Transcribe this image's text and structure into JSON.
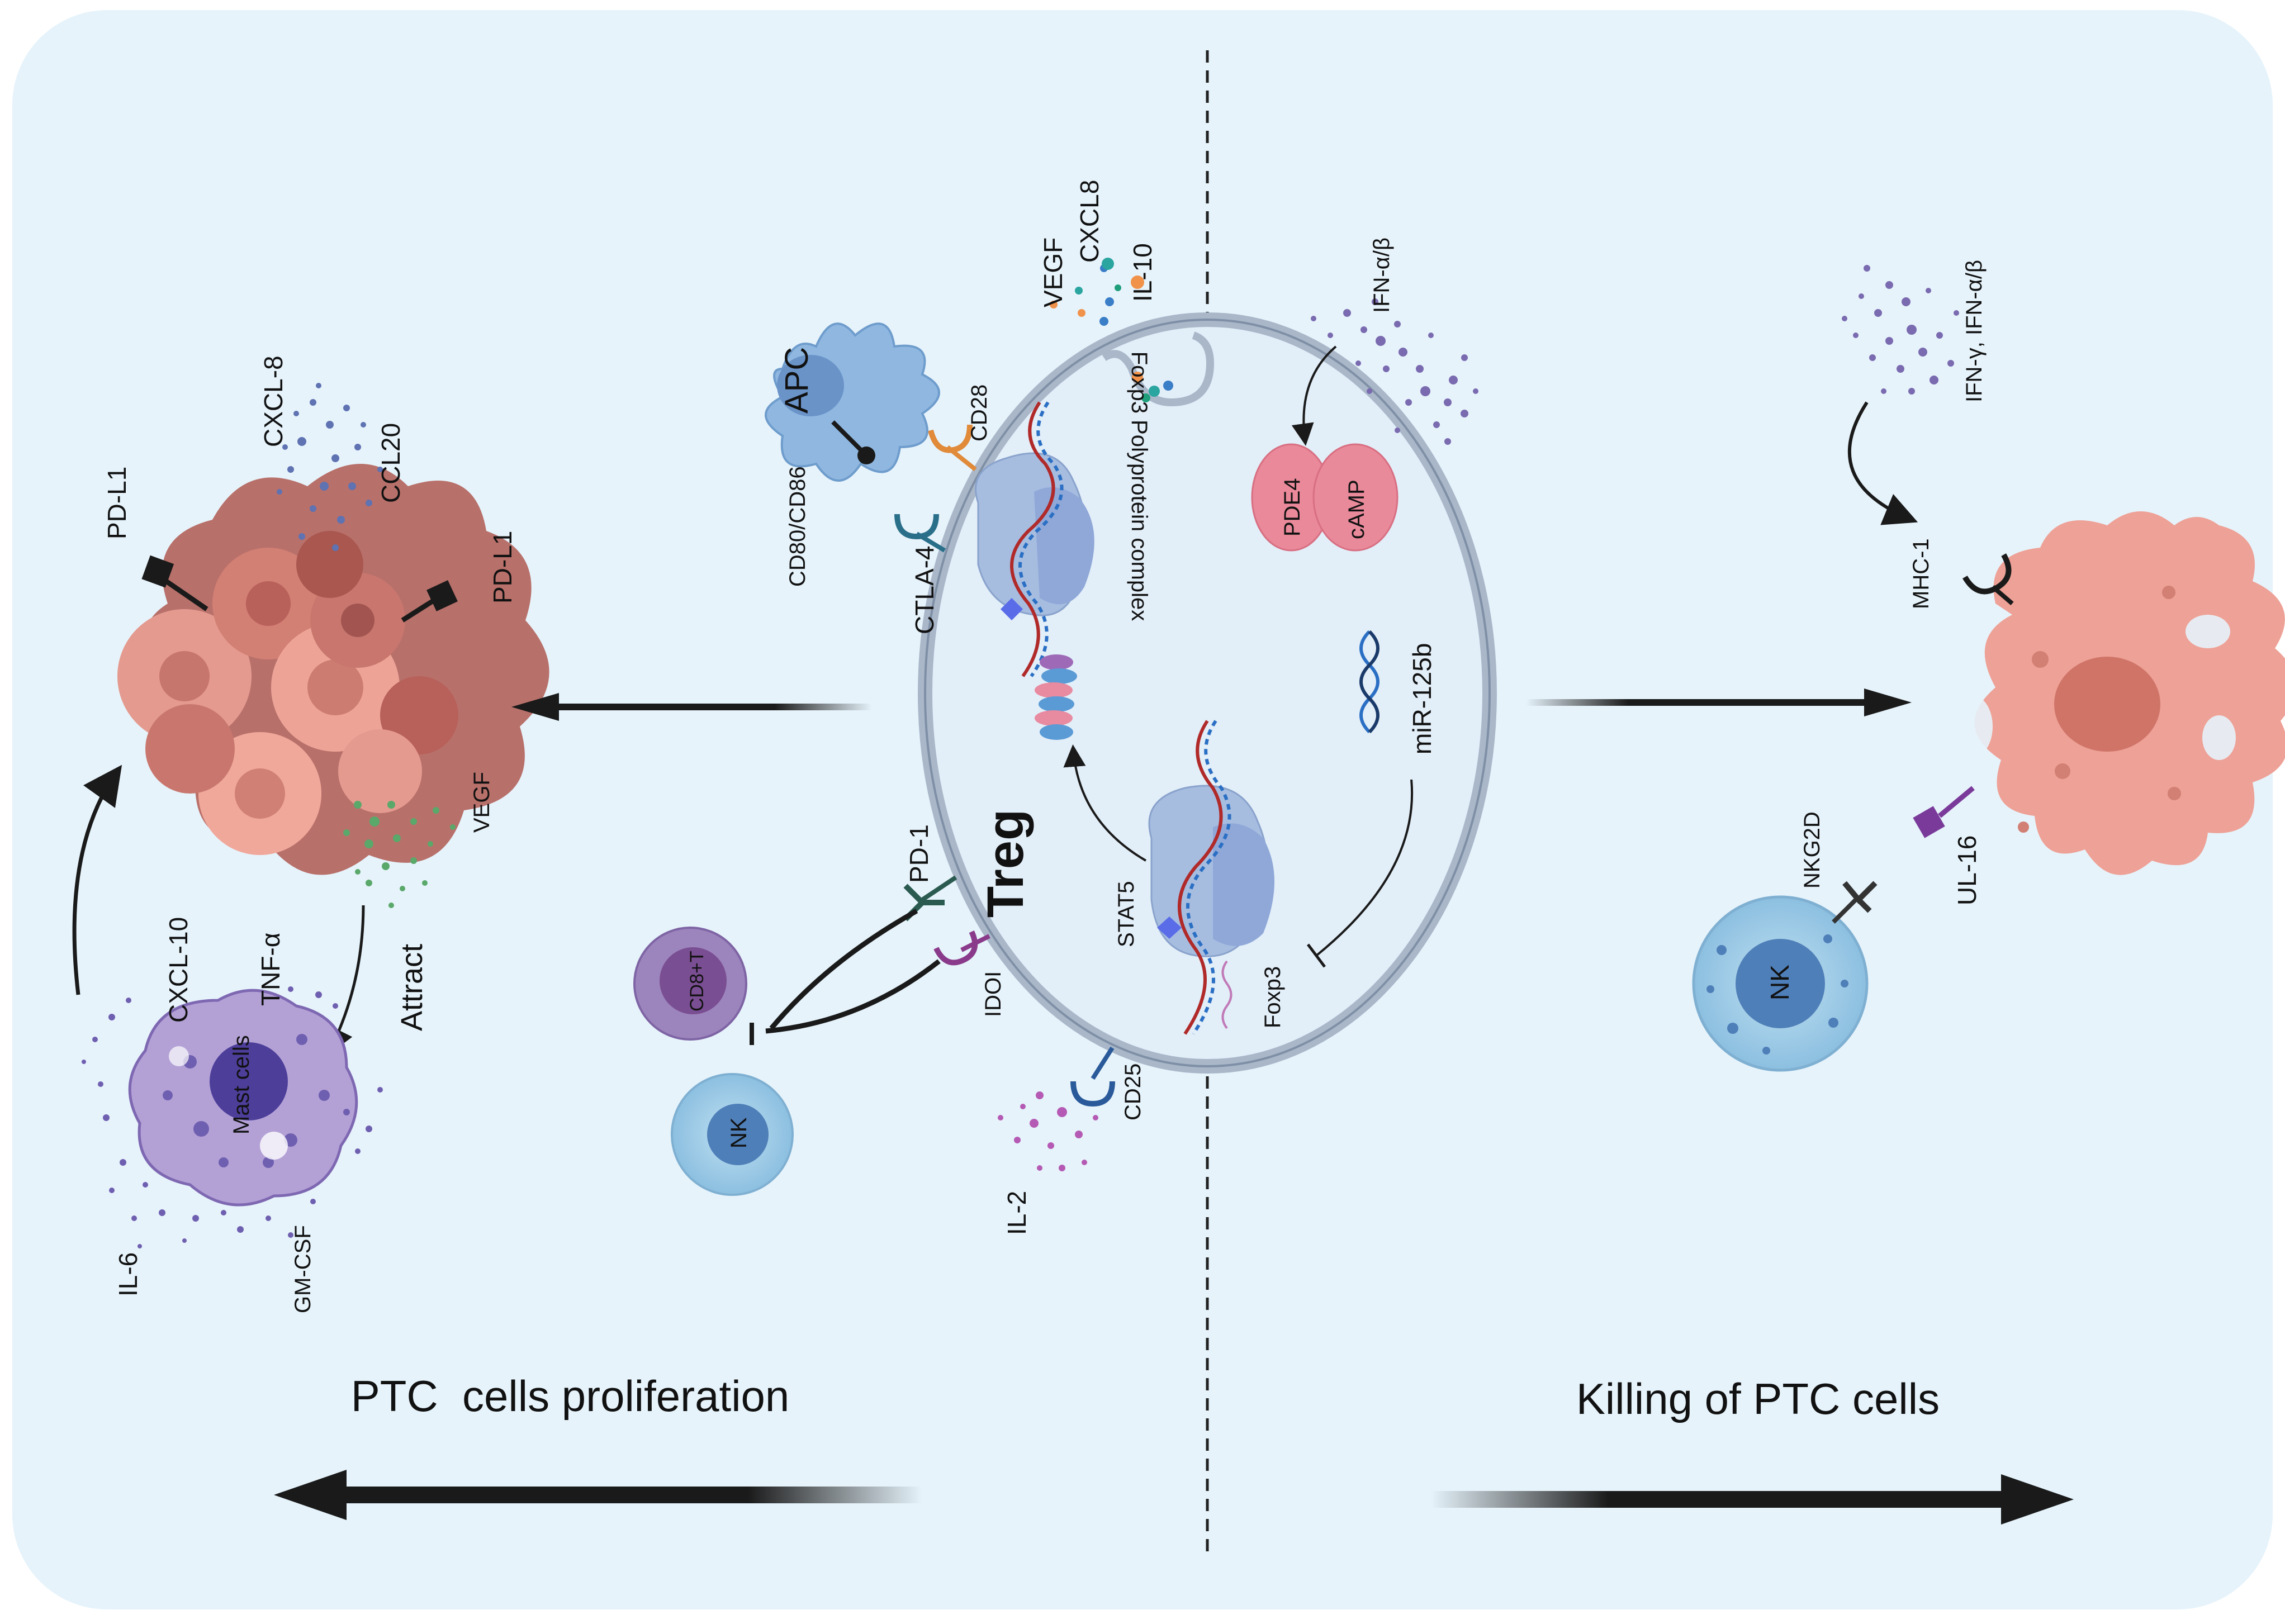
{
  "colors": {
    "background": "#e6f3fb",
    "treg_membrane": "#a9b7c9",
    "tumor": "#d98c80",
    "ptc_cell": "#eea196",
    "mast": "#9b86c4",
    "nk": "#9cc7e3",
    "cd8": "#8a6aa8",
    "apc": "#8fb7e0",
    "pde4": "#e9899a",
    "vegf_dots": "#5aa86a",
    "chemokine_dots": "#5f72b2",
    "il_dots": "#7a5aa8",
    "il2_dots": "#b55ab4"
  },
  "left_panel": {
    "caption": "PTC  cells proliferation",
    "tumor": {
      "pd_l1_top": "PD-L1",
      "pd_l1_right": "PD-L1",
      "cxcl8": "CXCL-8",
      "ccl20": "CCL20",
      "vegf": "VEGF"
    },
    "attract": "Attract",
    "mast_cell": {
      "label": "Mast cells",
      "cxcl10": "CXCL-10",
      "tnf": "TNF-α",
      "il6": "IL-6",
      "gmcsf": "GM-CSF"
    },
    "cd8": "CD8+T",
    "nk": "NK"
  },
  "treg": {
    "label": "Treg",
    "apc": "APC",
    "cd80_cd86": "CD80/CD86",
    "cd28": "CD28",
    "ctla4": "CTLA-4",
    "vegf": "VEGF",
    "cxcl8": "CXCL8",
    "il10": "IL-10",
    "foxp3_complex": "Foxp3 Polyprotein complex",
    "stat5": "STAT5",
    "foxp3": "Foxp3",
    "pd1": "PD-1",
    "ido1": "IDOI",
    "cd25": "CD25",
    "il2": "IL-2",
    "ifn": "IFN-α/β",
    "pde4": "PDE4",
    "camp": "cAMP",
    "mir": "miR-125b"
  },
  "right_panel": {
    "caption": "Killing of PTC cells",
    "ifn": "IFN-γ, IFN-α/β",
    "mhc1": "MHC-1",
    "ul16": "UL-16",
    "nkg2d": "NKG2D",
    "nk": "NK"
  }
}
